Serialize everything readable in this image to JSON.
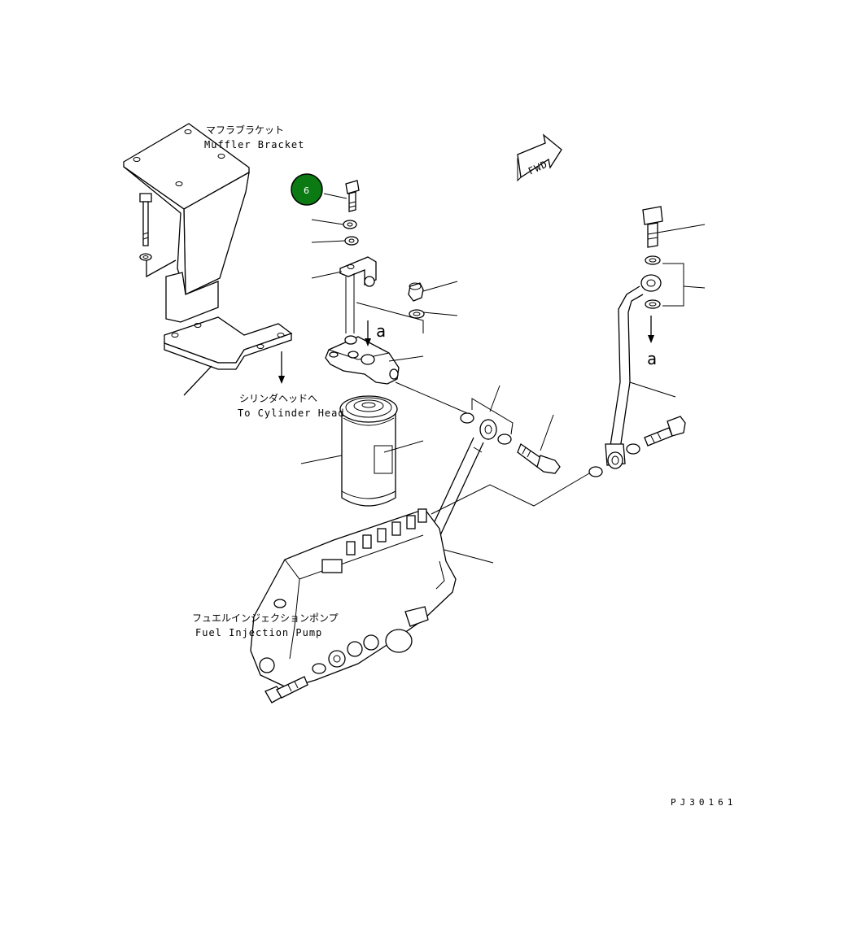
{
  "labels": {
    "muffler_bracket_jp": "マフラブラケット",
    "muffler_bracket_en": "Muffler Bracket",
    "cylinder_head_jp": "シリンダヘッドへ",
    "cylinder_head_en": "To Cylinder Head",
    "fuel_pump_jp": "フュエルインジェクションポンプ",
    "fuel_pump_en": "Fuel Injection Pump",
    "fwd": "FWD",
    "view_a_left": "a",
    "view_a_right": "a",
    "drawing_number": "PJ30161"
  },
  "callouts": [
    {
      "number": "6",
      "color": "#0b7a12"
    }
  ],
  "colors": {
    "line": "#000000",
    "callout_fill": "#0b7a12",
    "callout_text": "#ffffff"
  }
}
